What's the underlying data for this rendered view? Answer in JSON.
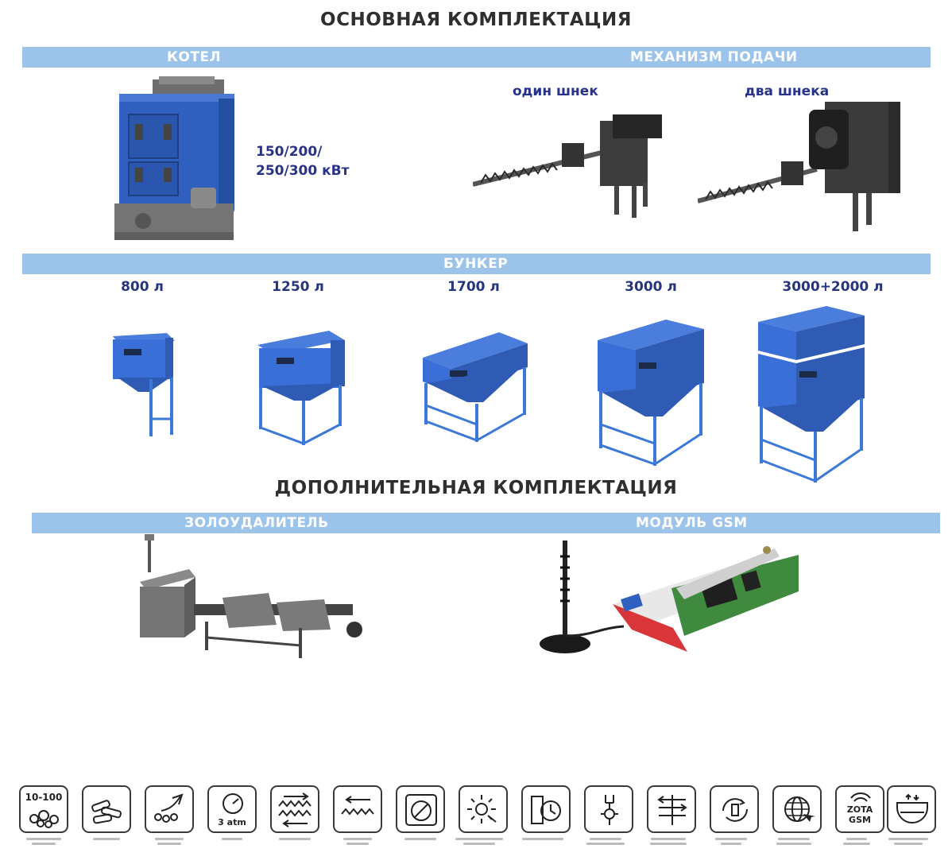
{
  "main_title": "ОСНОВНАЯ КОМПЛЕКТАЦИЯ",
  "boiler": {
    "section_label": "КОТЕЛ",
    "power_line1": "150/200/",
    "power_line2": "250/300 кВт"
  },
  "feeder": {
    "section_label": "МЕХАНИЗМ ПОДАЧИ",
    "one_auger": "один шнек",
    "two_augers": "два шнека"
  },
  "bunker": {
    "section_label": "БУНКЕР",
    "sizes": [
      "800 л",
      "1250 л",
      "1700 л",
      "3000 л",
      "3000+2000 л"
    ]
  },
  "extra_title": "ДОПОЛНИТЕЛЬНАЯ КОМПЛЕКТАЦИЯ",
  "ash_remover": {
    "section_label": "ЗОЛОУДАЛИТЕЛЬ"
  },
  "gsm": {
    "section_label": "МОДУЛЬ GSM"
  },
  "icons": {
    "fuel_range": "10-100",
    "pressure": "3 atm",
    "gsm_brand_line1": "ZOTA",
    "gsm_brand_line2": "GSM"
  },
  "colors": {
    "band": "#9cc3ea",
    "boiler_blue": "#2f5fbf",
    "bunker_blue": "#3a6fd8",
    "frame_blue": "#3c78d8",
    "label_blue": "#27338a"
  }
}
